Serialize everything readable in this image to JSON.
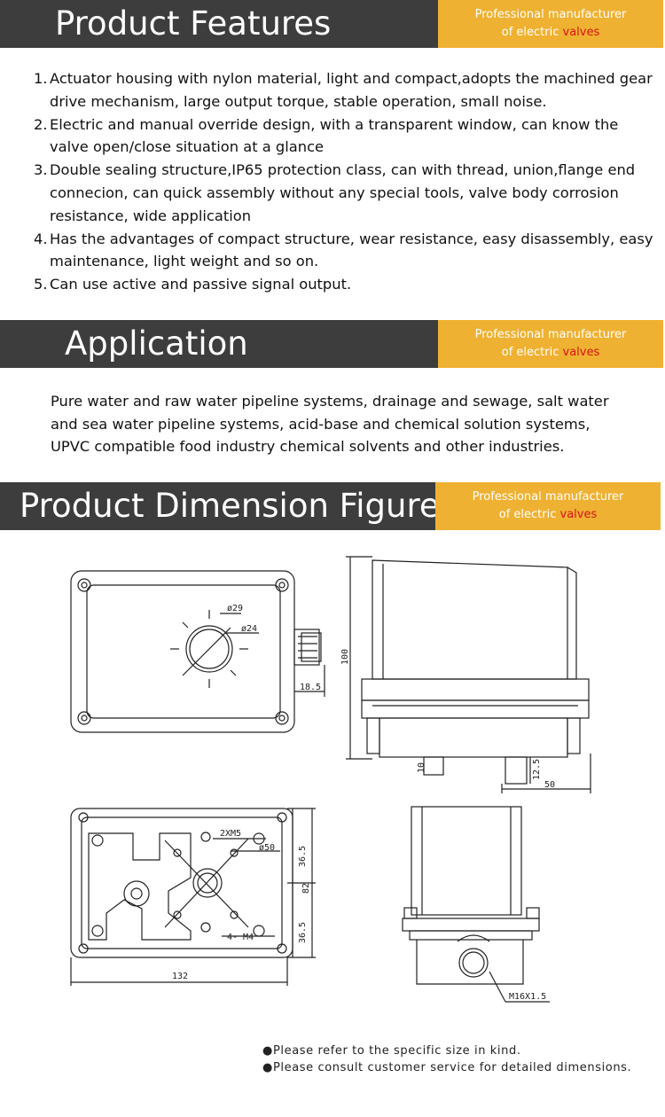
{
  "tagline": {
    "line1": "Professional manufacturer",
    "line2_prefix": "of electric ",
    "line2_highlight": "valves"
  },
  "colors": {
    "banner_dark": "#3d3d3d",
    "banner_accent": "#efb132",
    "highlight": "#d8141a"
  },
  "sections": {
    "features": {
      "title": "Product Features"
    },
    "application": {
      "title": "Application"
    },
    "dimension": {
      "title": "Product Dimension Figure"
    }
  },
  "features": [
    {
      "num": "1.",
      "text": "Actuator housing with nylon material, light and  compact,adopts the machined gear drive mechanism, large output torque, stable operation, small noise."
    },
    {
      "num": "2.",
      "text": "Electric and manual override design, with a transparent window, can know the valve open/close situation at a glance"
    },
    {
      "num": "3.",
      "text": "Double sealing structure,IP65 protection class, can with thread, union,flange end connecion, can quick assembly without any special tools, valve body corrosion resistance, wide application"
    },
    {
      "num": "4.",
      "text": "Has the advantages of compact structure, wear resistance, easy disassembly, easy maintenance, light weight and so on."
    },
    {
      "num": "5.",
      "text": "Can use active and passive signal output."
    }
  ],
  "application_lines": [
    "Pure water and raw water pipeline systems, drainage and sewage, salt water",
    "and sea water pipeline systems, acid-base and chemical solution systems,",
    "UPVC compatible food industry chemical  solvents and other industries."
  ],
  "dimensions": {
    "d29": "ø29",
    "d24": "ø24",
    "w18_5": "18.5",
    "h100": "100",
    "h10": "10",
    "h12_5": "12.5",
    "w50": "50",
    "w132": "132",
    "h82": "82",
    "h36_5a": "36.5",
    "h36_5b": "36.5",
    "d50": "ø50",
    "holes_top": "2XM5",
    "holes_bottom": "4- M4",
    "thread": "M16X1.5"
  },
  "notes": [
    "●Please refer to the specific size in kind.",
    "●Please consult customer service for detailed dimensions."
  ]
}
